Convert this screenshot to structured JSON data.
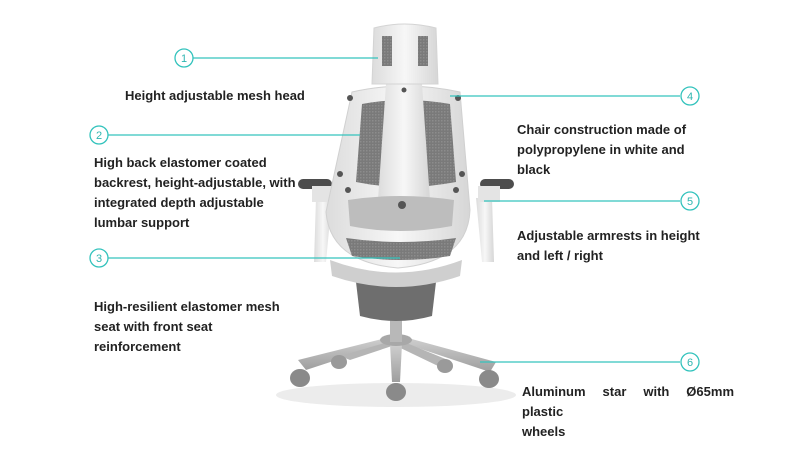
{
  "colors": {
    "accent": "#34c3bd",
    "chair_frame": "#eeeeee",
    "mesh": "#7d7d7d",
    "base": "#bdbdbd"
  },
  "callouts": [
    {
      "number": "1",
      "lines": [
        "Height adjustable mesh head"
      ]
    },
    {
      "number": "2",
      "lines": [
        "High back elastomer coated",
        "backrest, height-adjustable, with",
        "integrated depth adjustable",
        "lumbar support"
      ]
    },
    {
      "number": "3",
      "lines": [
        "High-resilient elastomer mesh",
        "seat with front seat",
        "reinforcement"
      ]
    },
    {
      "number": "4",
      "lines": [
        "Chair construction made of",
        "polypropylene in white and",
        "black"
      ]
    },
    {
      "number": "5",
      "lines": [
        "Adjustable armrests in height",
        "and left / right"
      ]
    },
    {
      "number": "6",
      "lines": [
        "Aluminum star with Ø65mm plastic",
        "wheels"
      ]
    }
  ]
}
